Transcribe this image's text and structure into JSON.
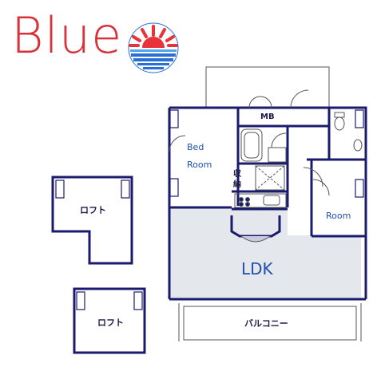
{
  "brand": {
    "name": "Blue",
    "text_color": "#d9303a",
    "logo_icon": "sunset-over-sea-icon",
    "logo_colors": [
      "#e8333a",
      "#2a6fd6",
      "#4fa6e8"
    ]
  },
  "colors": {
    "wall": "#1a1a6e",
    "ldk_floor": "#e4e8ec",
    "outline": "#555555",
    "label_blue": "#1f4fb0"
  },
  "rooms": {
    "bedroom_line1": "Bed",
    "bedroom_line2": "Room",
    "room": "Room",
    "ldk": "LDK",
    "mb": "MB",
    "storage_line1": "収",
    "storage_line2": "納",
    "balcony": "バルコニー",
    "loft_upper": "ロフト",
    "loft_lower": "ロフト"
  }
}
